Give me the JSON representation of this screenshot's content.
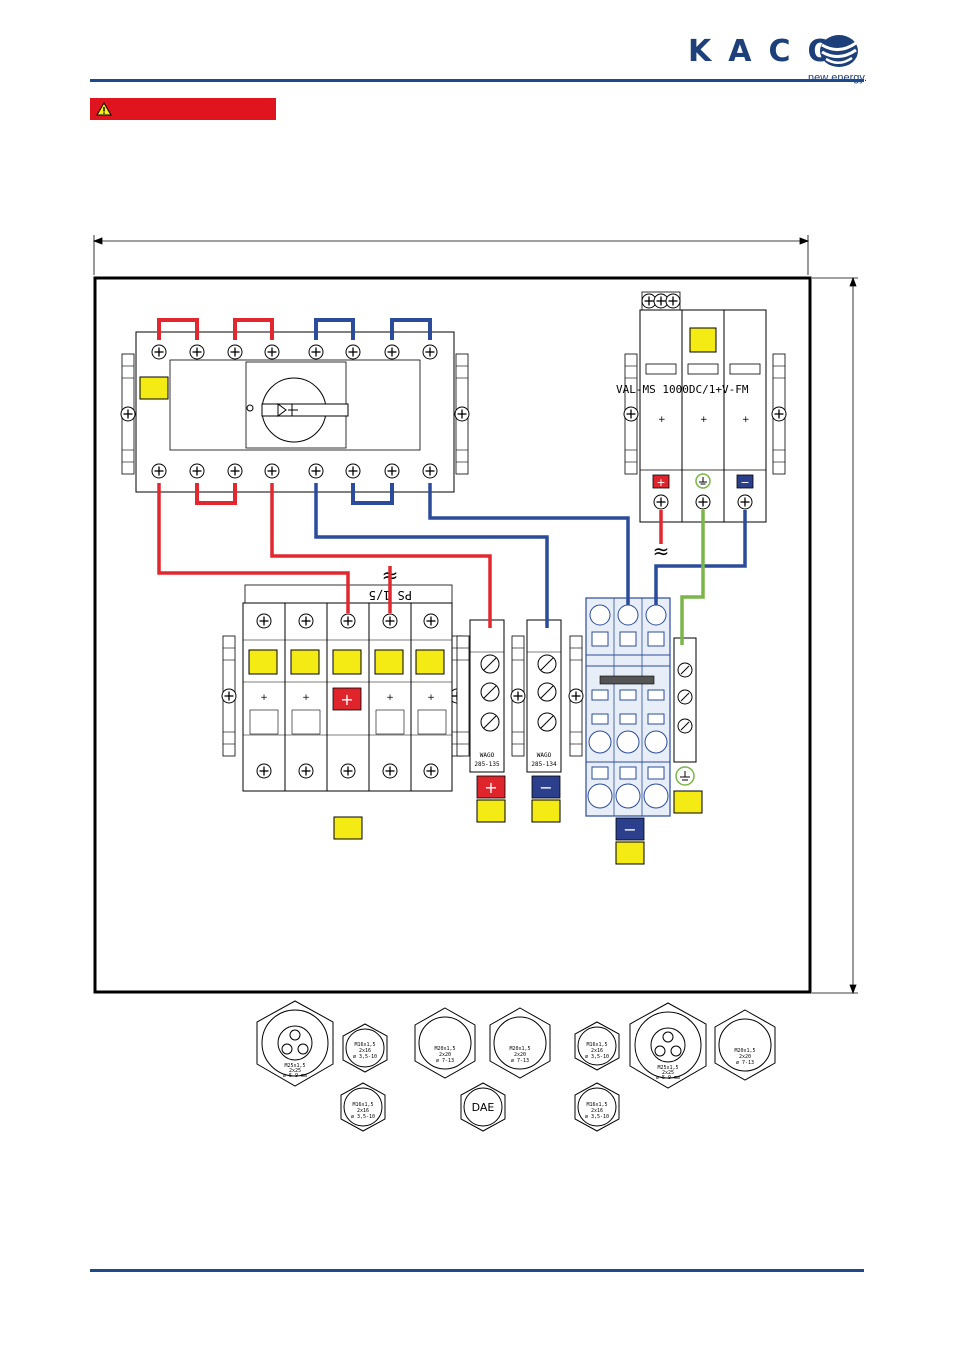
{
  "header": {
    "brand": "KACO",
    "tagline": "new energy."
  },
  "diagram": {
    "switch_label": "PS 1/5",
    "spd_label": "VAL-MS 1000DC/1+V-FM",
    "wago_left": [
      "WAGO",
      "285-135"
    ],
    "wago_right": [
      "WAGO",
      "285-134"
    ],
    "wave_symbol": "≈",
    "plus_sign": "+",
    "minus_sign": "−",
    "plus_glyph": "+",
    "gland_labels": {
      "g1": [
        "M25x1,5",
        "2x25",
        "ø 5-9 mm"
      ],
      "g2": [
        "M16x1,5",
        "2x16",
        "ø 3,5-10"
      ],
      "g3": [
        "M20x1,5",
        "2x20",
        "ø 7-13"
      ],
      "g4": [
        "M20x1,5",
        "2x20",
        "ø 7-13"
      ],
      "g5": [
        "M16x1,5",
        "2x16",
        "ø 3,5-10"
      ],
      "g6": [
        "M25x1,5",
        "2x25",
        "ø 5-9 mm"
      ],
      "g7": [
        "M20x1,5",
        "2x20",
        "ø 7-13"
      ],
      "g8": [
        "M16x1,5",
        "2x16",
        "ø 3,5-10"
      ],
      "dae": "DAE",
      "g10": [
        "M16x1,5",
        "2x16",
        "ø 3,5-10"
      ]
    }
  },
  "colors": {
    "brand_blue": "#1d3f7a",
    "rule_blue": "#1d4a8c",
    "wire_red": "#e0282e",
    "wire_blue": "#2b4c9b",
    "wire_green": "#7ab648",
    "callout_yellow": "#f4ea14",
    "warning_red": "#e0141e",
    "terminal_red": "#e0242b",
    "terminal_navy": "#2b3f8c"
  }
}
